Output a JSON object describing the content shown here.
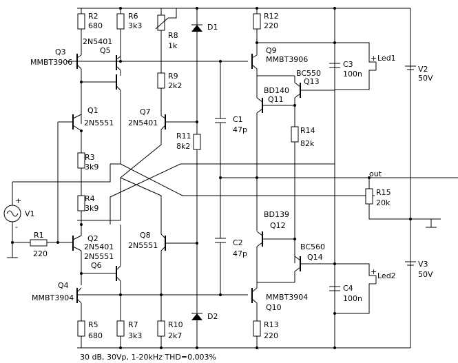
{
  "labels": {
    "r2": "R2",
    "r2v": "680",
    "r6": "R6",
    "r6v": "3k3",
    "r8": "R8",
    "r8v": "1k",
    "d1": "D1",
    "r12": "R12",
    "r12v": "220",
    "q3": "Q3",
    "q3p": "MMBT3906",
    "q5p": "2N5401",
    "q5": "Q5",
    "q9": "Q9",
    "q9p": "MMBT3906",
    "c3": "C3",
    "c3v": "100n",
    "led1": "Led1",
    "v2": "V2",
    "v2v": "50V",
    "bc550": "BC550",
    "q13": "Q13",
    "r9": "R9",
    "r9v": "2k2",
    "bd140": "BD140",
    "q11": "Q11",
    "q1": "Q1",
    "q1p": "2N5551",
    "q7": "Q7",
    "q7p": "2N5401",
    "c1": "C1",
    "c1v": "47p",
    "r14": "R14",
    "r14v": "82k",
    "r11": "R11",
    "r11v": "8k2",
    "r3": "R3",
    "r3v": "3k9",
    "out": "out",
    "r4": "R4",
    "r4v": "3k9",
    "r15": "R15",
    "r15v": "20k",
    "v1": "V1",
    "r1": "R1",
    "r1v": "220",
    "q2": "Q2",
    "q2p": "2N5401",
    "q2p2": "2N5551",
    "q6": "Q6",
    "q8": "Q8",
    "q8p": "2N5551",
    "c2": "C2",
    "c2v": "47p",
    "bd139": "BD139",
    "q12": "Q12",
    "bc560": "BC560",
    "q14": "Q14",
    "v3": "V3",
    "v3v": "50V",
    "q4": "Q4",
    "q4p": "MMBT3904",
    "led2": "Led2",
    "c4": "C4",
    "c4v": "100n",
    "q10p": "MMBT3904",
    "q10": "Q10",
    "d2": "D2",
    "r5": "R5",
    "r5v": "680",
    "r7": "R7",
    "r7v": "3k3",
    "r10": "R10",
    "r10v": "2k7",
    "r13": "R13",
    "r13v": "220",
    "plus": "+",
    "minus": "-"
  },
  "caption": "30 dB, 30Vp, 1-20kHz THD=0,003%"
}
